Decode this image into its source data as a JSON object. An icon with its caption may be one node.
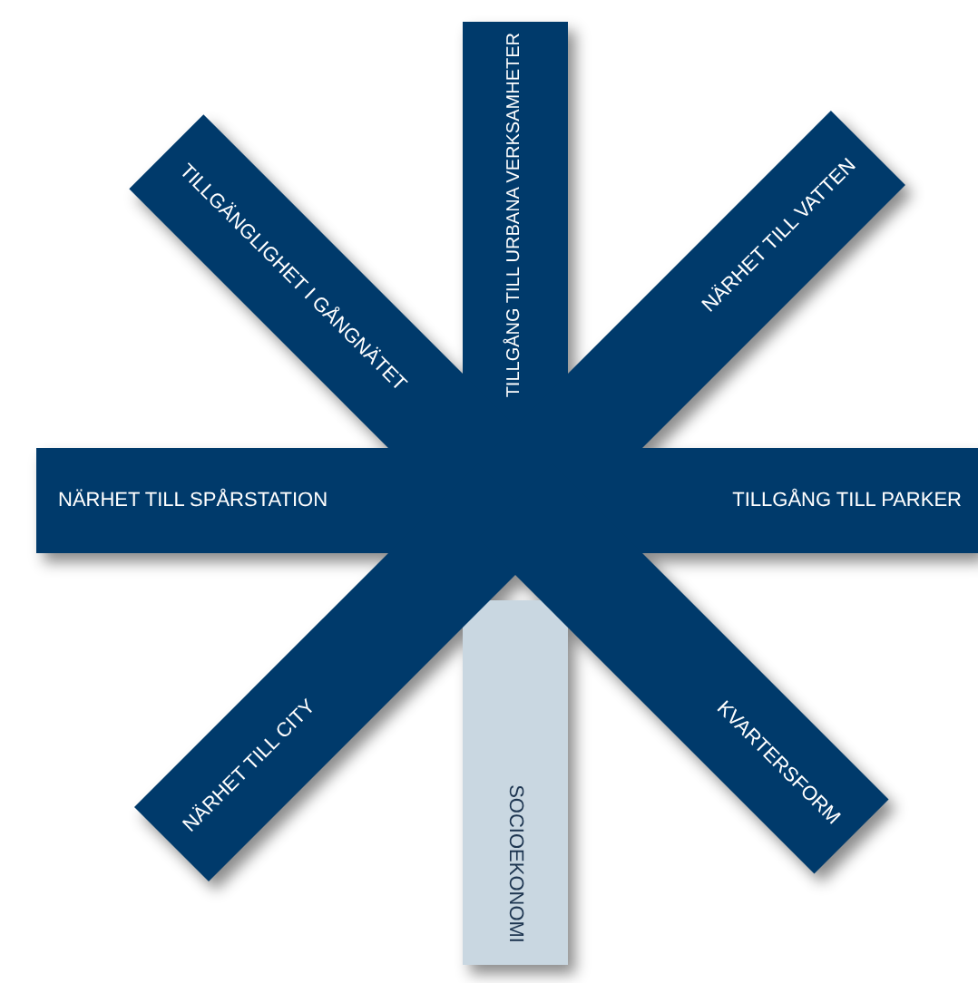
{
  "diagram": {
    "nodes": [
      {
        "text": [
          "TILLGÅNG TILL URBANA VERKSAMHETER"
        ]
      },
      {
        "text": [
          "TILLGÄNGLIGHET I GÅNGNÄTET"
        ]
      },
      {
        "text": [
          "NÄRHET TILL VATTEN"
        ]
      },
      {
        "text": [
          "NÄRHET TILL SPÅRSTATION"
        ]
      },
      {
        "text": [
          "TILLGÅNG TILL PARKER"
        ]
      },
      {
        "text": [
          "NÄRHET TILL CITY"
        ]
      },
      {
        "text": [
          "SOCIOEKONOMI"
        ]
      },
      {
        "text": [
          "KVARTERSFORM"
        ]
      }
    ]
  }
}
